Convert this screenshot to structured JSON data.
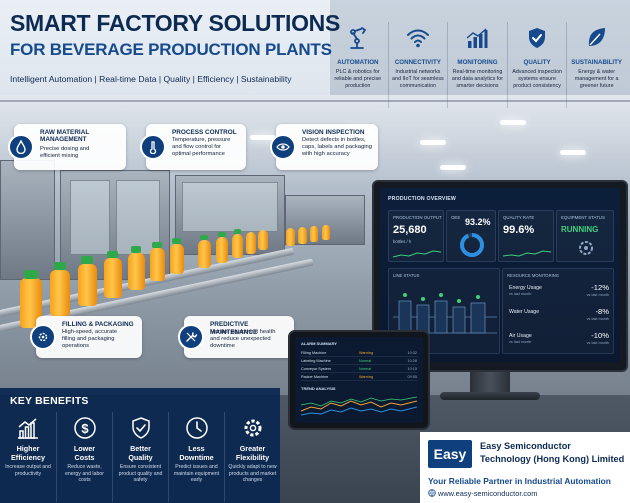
{
  "header": {
    "title_line1": "SMART FACTORY SOLUTIONS",
    "title_line2": "FOR BEVERAGE PRODUCTION PLANTS",
    "tagline": "Intelligent Automation | Real-time Data | Quality | Efficiency | Sustainability"
  },
  "features": [
    {
      "title": "AUTOMATION",
      "desc": "PLC & robotics for reliable and precise production",
      "icon": "robot-arm-icon"
    },
    {
      "title": "CONNECTIVITY",
      "desc": "Industrial networks and IIoT for seamless communication",
      "icon": "wifi-icon"
    },
    {
      "title": "MONITORING",
      "desc": "Real-time monitoring and data analytics for smarter decisions",
      "icon": "bar-chart-icon"
    },
    {
      "title": "QUALITY",
      "desc": "Advanced inspection systems ensure product consistency",
      "icon": "shield-check-icon"
    },
    {
      "title": "SUSTAINABILITY",
      "desc": "Energy & water management for a greener future",
      "icon": "leaf-icon"
    }
  ],
  "callouts": {
    "raw": {
      "title_a": "RAW MATERIAL",
      "title_b": "MANAGEMENT",
      "desc_a": "Precise dosing and",
      "desc_b": "efficient mixing",
      "icon": "water-drop-icon"
    },
    "process": {
      "title": "PROCESS CONTROL",
      "desc_a": "Temperature, pressure",
      "desc_b": "and flow control for",
      "desc_c": "optimal performance",
      "icon": "thermometer-icon"
    },
    "vision": {
      "title": "VISION INSPECTION",
      "desc_a": "Detect defects in bottles,",
      "desc_b": "caps, labels and packaging",
      "desc_c": "with high accuracy",
      "icon": "eye-icon"
    },
    "filling": {
      "title": "FILLING & PACKAGING",
      "desc_a": "High-speed, accurate",
      "desc_b": "filling and packaging",
      "desc_c": "operations",
      "icon": "gear-icon"
    },
    "predictive": {
      "title": "PREDICTIVE MAINTENANCE",
      "desc_a": "Monitor equipment health",
      "desc_b": "and reduce unexpected",
      "desc_c": "downtime",
      "icon": "wrench-icon"
    }
  },
  "dashboard": {
    "title": "PRODUCTION OVERVIEW",
    "output_label": "PRODUCTION OUTPUT",
    "output_value": "25,680",
    "output_unit": "bottles / h",
    "oee_label": "OEE",
    "oee_value": "93.2%",
    "oee_fraction": 0.932,
    "quality_label": "QUALITY RATE",
    "quality_value": "99.6%",
    "status_label": "EQUIPMENT STATUS",
    "status_value": "RUNNING",
    "line_label": "LINE STATUS",
    "resource_label": "RESOURCE MONITORING",
    "resources": [
      {
        "name": "Energy Usage",
        "sub": "vs last month",
        "value": "-12%",
        "sub2": "vs last month"
      },
      {
        "name": "Water Usage",
        "sub": "",
        "value": "-8%",
        "sub2": "vs last month"
      },
      {
        "name": "Air Usage",
        "sub": "vs last month",
        "value": "-10%",
        "sub2": "vs last month"
      }
    ]
  },
  "tablet": {
    "title": "ALARM SUMMARY",
    "alarms": [
      {
        "name": "Filling Machine",
        "status": "Warning",
        "time": "10:32"
      },
      {
        "name": "Labeling Machine",
        "status": "Normal",
        "time": "10:28"
      },
      {
        "name": "Conveyor System",
        "status": "Normal",
        "time": "10:15"
      },
      {
        "name": "Packer Machine",
        "status": "Warning",
        "time": "09:55"
      }
    ],
    "trend_title": "TREND ANALYSIS"
  },
  "benefits": {
    "title": "KEY BENEFITS",
    "items": [
      {
        "t1": "Higher",
        "t2": "Efficiency",
        "desc": "Increase output and productivity",
        "icon": "growth-chart-icon"
      },
      {
        "t1": "Lower",
        "t2": "Costs",
        "desc": "Reduce waste, energy and labor costs",
        "icon": "dollar-icon"
      },
      {
        "t1": "Better",
        "t2": "Quality",
        "desc": "Ensure consistent product quality and safety",
        "icon": "shield-check-icon"
      },
      {
        "t1": "Less",
        "t2": "Downtime",
        "desc": "Predict issues and maintain equipment early",
        "icon": "clock-icon"
      },
      {
        "t1": "Greater",
        "t2": "Flexibility",
        "desc": "Quickly adapt to new products and market changes",
        "icon": "gear-icon"
      }
    ]
  },
  "company": {
    "logo": "Easy",
    "name_line1": "Easy Semiconductor",
    "name_line2": "Technology (Hong Kong) Limited",
    "partner": "Your Reliable Partner in Industrial Automation",
    "website": "www.easy-semiconductor.com"
  }
}
